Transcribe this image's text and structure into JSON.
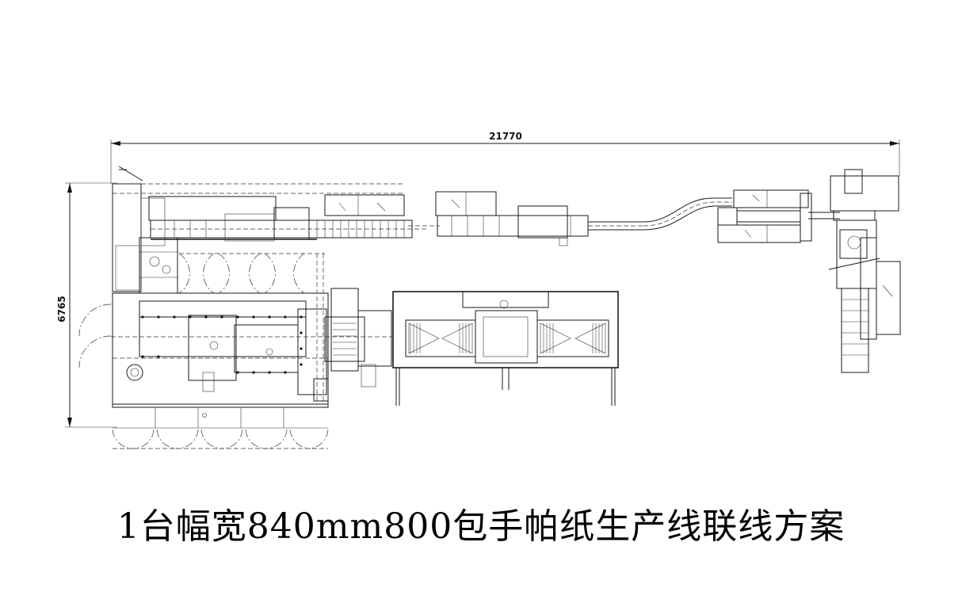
{
  "drawing": {
    "title": "1台幅宽840mm800包手帕纸生产线联线方案",
    "dimensions": {
      "overall_length": "21770",
      "overall_width": "6765"
    }
  }
}
